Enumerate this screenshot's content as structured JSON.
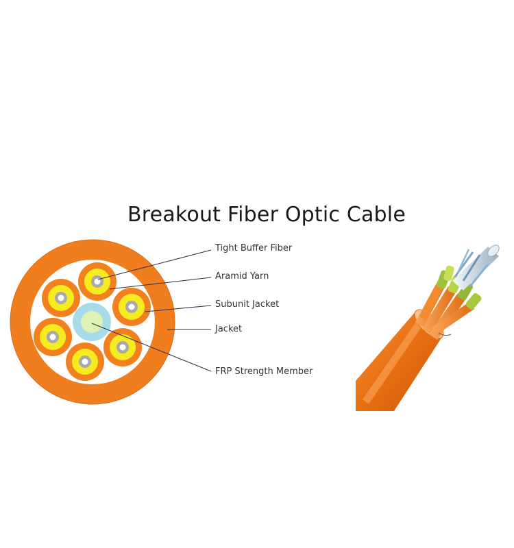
{
  "title": "Breakout Fiber Optic Cable",
  "labels": {
    "tight_buffer_fiber": "Tight Buffer Fiber",
    "aramid_yarn": "Aramid Yarn",
    "subunit_jacket": "Subunit Jacket",
    "jacket": "Jacket",
    "frp_strength_member": "FRP Strength Member"
  },
  "colors": {
    "jacket": "#f07d1e",
    "subunit": "#f2801f",
    "buffer_yellow": "#f5ec1f",
    "fiber_gray": "#a9a9a9",
    "fiber_core": "#ffffff",
    "frp_outer": "#a7dbe8",
    "frp_inner": "#def2b6",
    "leader_line": "#2b2b46"
  }
}
